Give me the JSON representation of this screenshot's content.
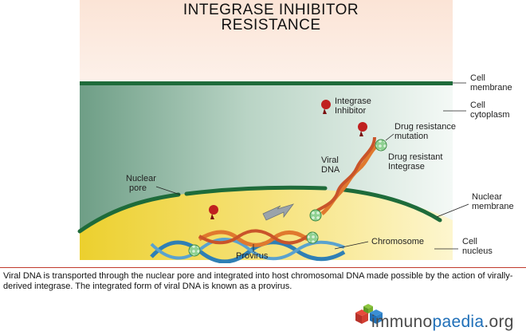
{
  "title": {
    "line1": "INTEGRASE INHIBITOR",
    "line2": "RESISTANCE"
  },
  "labels": {
    "cell_membrane": [
      "Cell",
      "membrane"
    ],
    "integrase_inhibitor": [
      "Integrase",
      "Inhibitor"
    ],
    "cell_cytoplasm": [
      "Cell",
      "cytoplasm"
    ],
    "drug_resistance_mutation": [
      "Drug resistance",
      "mutation"
    ],
    "viral_dna": [
      "Viral",
      "DNA"
    ],
    "drug_resistant_integrase": [
      "Drug resistant",
      "Integrase"
    ],
    "nuclear_pore": [
      "Nuclear",
      "pore"
    ],
    "nuclear_membrane": [
      "Nuclear",
      "membrane"
    ],
    "chromosome": "Chromosome",
    "cell_nucleus": [
      "Cell",
      "nucleus"
    ],
    "provirus": "Provirus"
  },
  "caption": "Viral DNA is transported through the nuclear pore and integrated into host chromosomal DNA made possible by the action of virally-derived integrase. The integrated form of viral DNA is known as a provirus.",
  "logo": {
    "part1": "immuno",
    "part2": "paedia",
    "part3": ".org"
  },
  "colors": {
    "membrane": "#1e6b3a",
    "nucleus": "#f3dc4a",
    "inhibitor": "#c0201f",
    "viral_dna": "#e0792e",
    "chromosome": "#2f7fb5",
    "integrase": "#7cc47f"
  }
}
